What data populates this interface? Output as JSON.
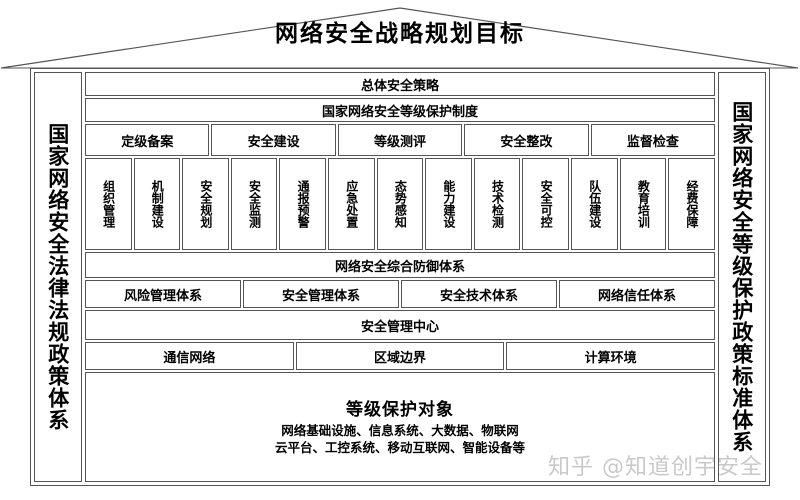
{
  "roof": {
    "title": "网络安全战略规划目标"
  },
  "left_pillar": {
    "label": "国家网络安全法律法规政策体系"
  },
  "right_pillar": {
    "label": "国家网络安全等级保护政策标准体系"
  },
  "bands": {
    "overall_policy": "总体安全策略",
    "national_system": "国家网络安全等级保护制度",
    "defense_system": "网络安全综合防御体系",
    "management_center": "安全管理中心"
  },
  "process_row": [
    {
      "label": "定级备案"
    },
    {
      "label": "安全建设"
    },
    {
      "label": "等级测评"
    },
    {
      "label": "安全整改"
    },
    {
      "label": "监督检查"
    }
  ],
  "capability_row": [
    {
      "label": "组织管理"
    },
    {
      "label": "机制建设"
    },
    {
      "label": "安全规划"
    },
    {
      "label": "安全监测"
    },
    {
      "label": "通报预警"
    },
    {
      "label": "应急处置"
    },
    {
      "label": "态势感知"
    },
    {
      "label": "能力建设"
    },
    {
      "label": "技术检测"
    },
    {
      "label": "安全可控"
    },
    {
      "label": "队伍建设"
    },
    {
      "label": "教育培训"
    },
    {
      "label": "经费保障"
    }
  ],
  "defense_row": [
    {
      "label": "风险管理体系"
    },
    {
      "label": "安全管理体系"
    },
    {
      "label": "安全技术体系"
    },
    {
      "label": "网络信任体系"
    }
  ],
  "zones_row": [
    {
      "label": "通信网络"
    },
    {
      "label": "区域边界"
    },
    {
      "label": "计算环境"
    }
  ],
  "bottom": {
    "title": "等级保护对象",
    "line1": "网络基础设施、信息系统、大数据、物联网",
    "line2": "云平台、工控系统、移动互联网、智能设备等"
  },
  "watermark": {
    "text": "知乎 @知道创宇安全"
  },
  "colors": {
    "line": "#555555",
    "background": "#ffffff",
    "text": "#000000"
  }
}
